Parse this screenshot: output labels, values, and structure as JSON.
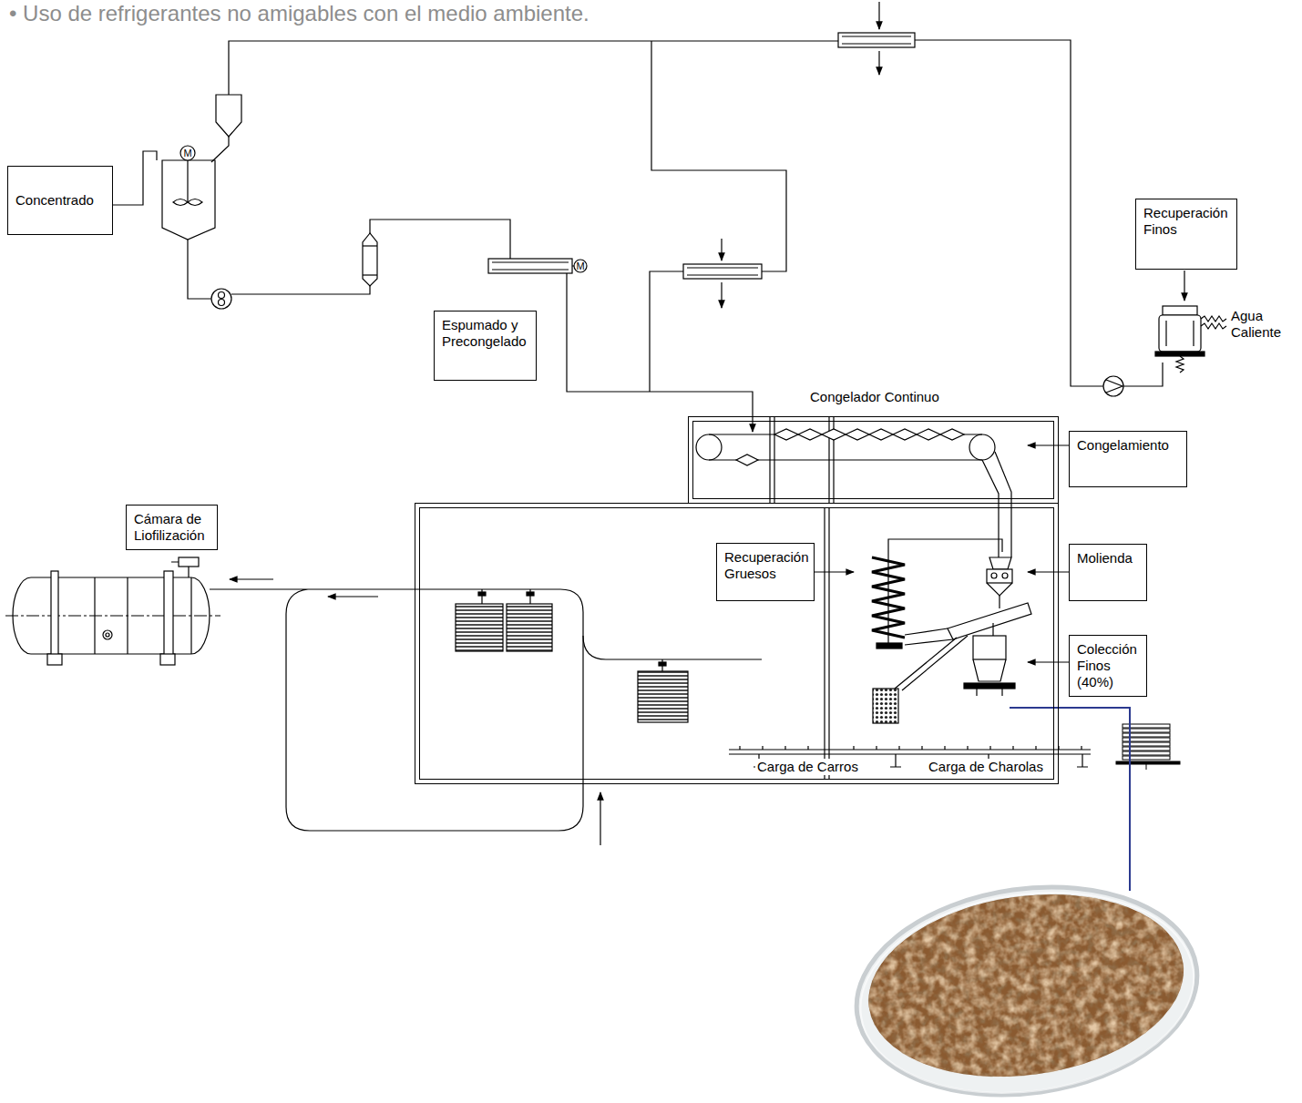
{
  "diagram": {
    "nodes": [
      {
        "text": [
          "Concentrado"
        ]
      },
      {
        "text": [
          "Recuperación Finos"
        ]
      },
      {
        "text": [
          "Espumado y Precongelado"
        ]
      },
      {
        "text": [
          "Congelador Continuo"
        ]
      },
      {
        "text": [
          "Congelamiento"
        ]
      },
      {
        "text": [
          "Cámara de Liofilización"
        ]
      },
      {
        "text": [
          "Carga de Carros",
          "Carga de Charolas"
        ]
      },
      {
        "text": [
          "Recuperación Gruesos"
        ],
        "in": 6
      },
      {
        "text": [
          "Molienda"
        ]
      },
      {
        "text": [
          "Colección Finos (40%)"
        ]
      }
    ],
    "labels": [
      "• Uso de refrigerantes no amigables con el medio ambiente.",
      "Agua Caliente",
      "M",
      "M"
    ]
  }
}
